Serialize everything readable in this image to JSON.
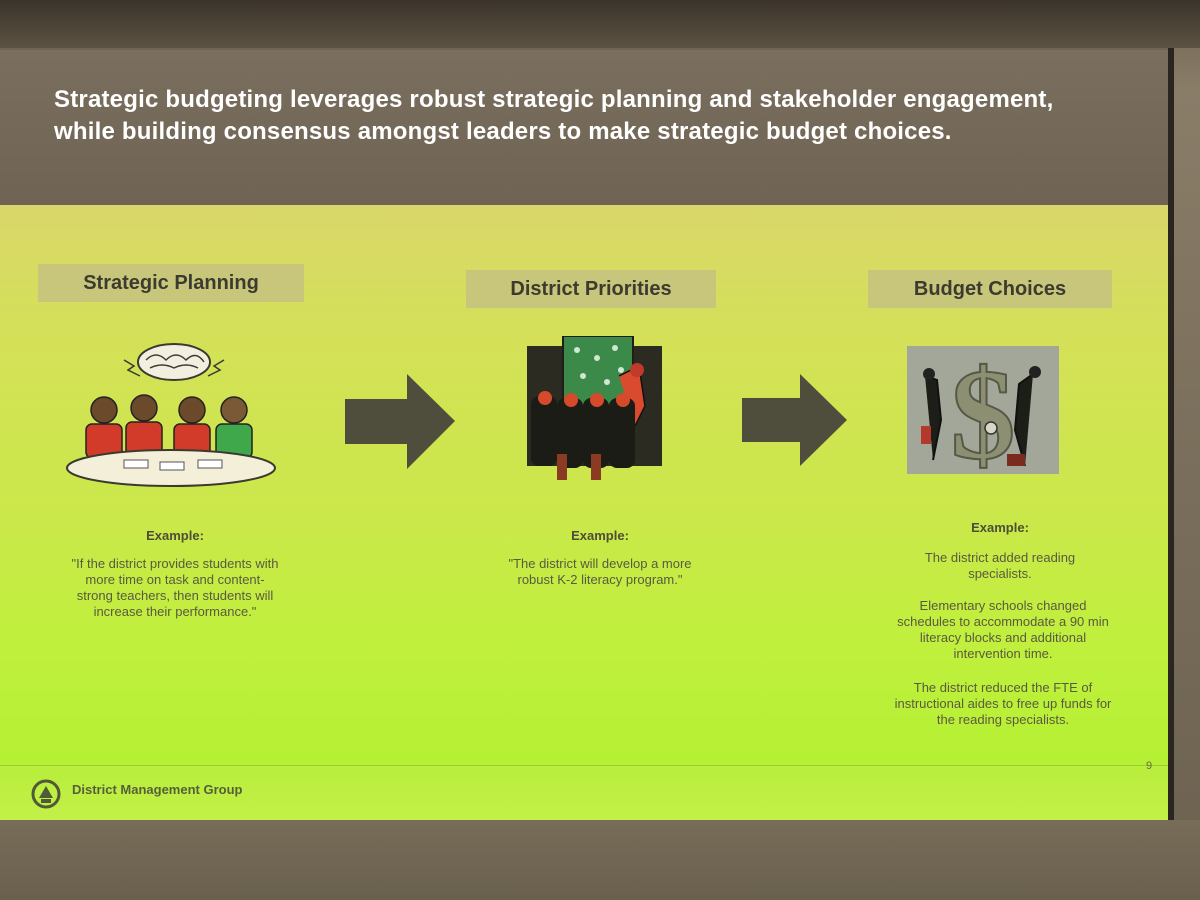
{
  "slide": {
    "title": "Strategic budgeting leverages robust strategic planning and stakeholder engagement, while building consensus amongst leaders to make strategic budget choices.",
    "columns": [
      {
        "header": "Strategic Planning",
        "example_label": "Example:",
        "example_text": "\"If the district provides students with more time on task and content-strong teachers, then students will increase their performance.\""
      },
      {
        "header": "District Priorities",
        "example_label": "Example:",
        "example_text": "\"The district will develop a more robust K-2 literacy program.\""
      },
      {
        "header": "Budget Choices",
        "example_label": "Example:",
        "example_paragraphs": [
          "The district added reading specialists.",
          "Elementary schools changed schedules to accommodate a 90 min literacy blocks and additional intervention time.",
          "The district reduced the FTE of instructional aides to free up funds for the reading specialists."
        ]
      }
    ],
    "footer_brand": "District Management Group",
    "page_number": "9"
  },
  "colors": {
    "title_band": "#7a6f5e",
    "content_top": "#d9d76a",
    "content_bottom": "#b5f034",
    "header_box": "#c8c67a",
    "arrow": "#4f4e3c"
  },
  "icons": [
    "strategy-meeting-illustration",
    "presentation-board-illustration",
    "dollar-sign-illustration",
    "right-arrow-icon",
    "dmg-logo-icon"
  ]
}
